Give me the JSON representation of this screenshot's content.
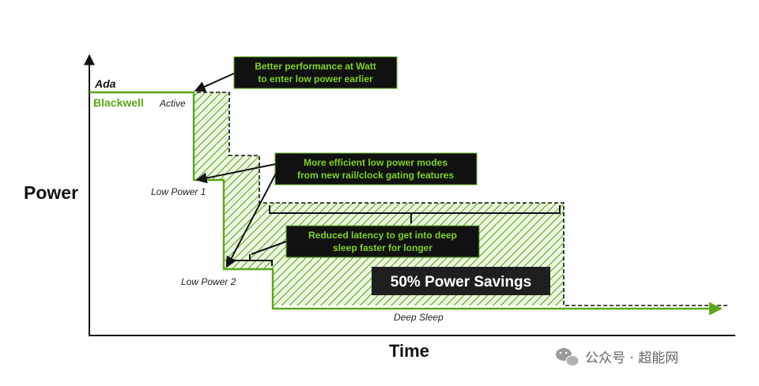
{
  "chart_data": {
    "type": "step-line",
    "xlabel": "Time",
    "ylabel": "Power",
    "series": [
      {
        "name": "Ada",
        "color": "#111111",
        "style": "dashed"
      },
      {
        "name": "Blackwell",
        "color": "#5aa81a",
        "style": "solid"
      }
    ],
    "states": [
      "Active",
      "Low Power 1",
      "Low Power 2",
      "Deep Sleep"
    ],
    "annotations": [
      {
        "lines": [
          "Better performance at Watt",
          "to enter low power earlier"
        ]
      },
      {
        "lines": [
          "More efficient low power modes",
          "from new rail/clock gating features"
        ]
      },
      {
        "lines": [
          "Reduced latency to get into deep",
          "sleep faster for longer"
        ]
      }
    ],
    "savings_label": "50% Power Savings"
  },
  "watermark": {
    "text": "公众号 · 超能网",
    "icon": "wechat-icon"
  },
  "colors": {
    "blackwell_green": "#5aa81a",
    "callout_bg": "#111111",
    "callout_text": "#7ed321",
    "hatch": "#5aa81a",
    "savings_bg": "#1f1f1f"
  }
}
